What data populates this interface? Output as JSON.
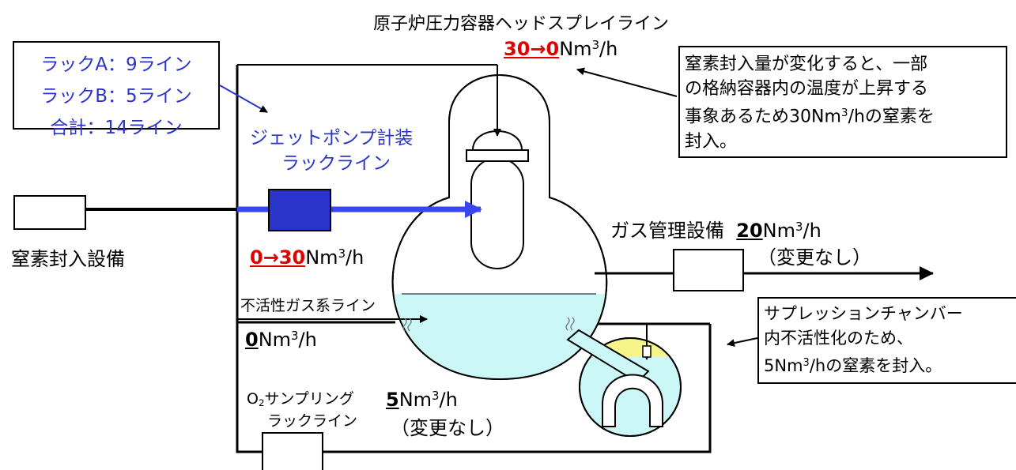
{
  "head_spray": {
    "title": "原子炉圧力容器ヘッドスプレイライン",
    "flow_change": "30→0",
    "flow_unit": "Nm",
    "flow_unit_sup": "3",
    "flow_unit_tail": "/h"
  },
  "rack_info": {
    "line1": "ラックA：9ライン",
    "line2": "ラックB：5ライン",
    "line3": "合計：14ライン"
  },
  "jet_pump": {
    "line1": "ジェットポンプ計装",
    "line2": "ラックライン",
    "flow_change": "0→30",
    "flow_unit": "Nm",
    "flow_unit_sup": "3",
    "flow_unit_tail": "/h"
  },
  "nitrogen_note": {
    "line1": "窒素封入量が変化すると、一部",
    "line2": "の格納容器内の温度が上昇する",
    "line3a": "事象あるため30Nm",
    "line3sup": "3",
    "line3b": "/hの窒素を",
    "line4": "封入。"
  },
  "nitrogen_equipment": {
    "label": "窒素封入設備"
  },
  "gas_management": {
    "label": "ガス管理設備",
    "flow_value": "20",
    "flow_unit": "Nm",
    "flow_unit_sup": "3",
    "flow_unit_tail": "/h",
    "note": "（変更なし）"
  },
  "inert_gas": {
    "label": "不活性ガス系ライン",
    "flow_value": "0",
    "flow_unit": "Nm",
    "flow_unit_sup": "3",
    "flow_unit_tail": "/h"
  },
  "suppression_note": {
    "line1": "サプレッションチャンバー",
    "line2": "内不活性化のため、",
    "line3a": "5Nm",
    "line3sup": "3",
    "line3b": "/hの窒素を封入。"
  },
  "o2_sampling": {
    "line1a": "O",
    "line1sub": "2",
    "line1b": "サンプリング",
    "line2": "ラックライン",
    "flow_value": "5",
    "flow_unit": "Nm",
    "flow_unit_sup": "3",
    "flow_unit_tail": "/h",
    "note": "（変更なし）"
  },
  "colors": {
    "blue_text": "#2a34c8",
    "blue_line": "#3a46f0",
    "red_value": "#e00000",
    "water": "#ccf7f7",
    "yellow_gas": "#f7f58a",
    "line": "#000000"
  }
}
